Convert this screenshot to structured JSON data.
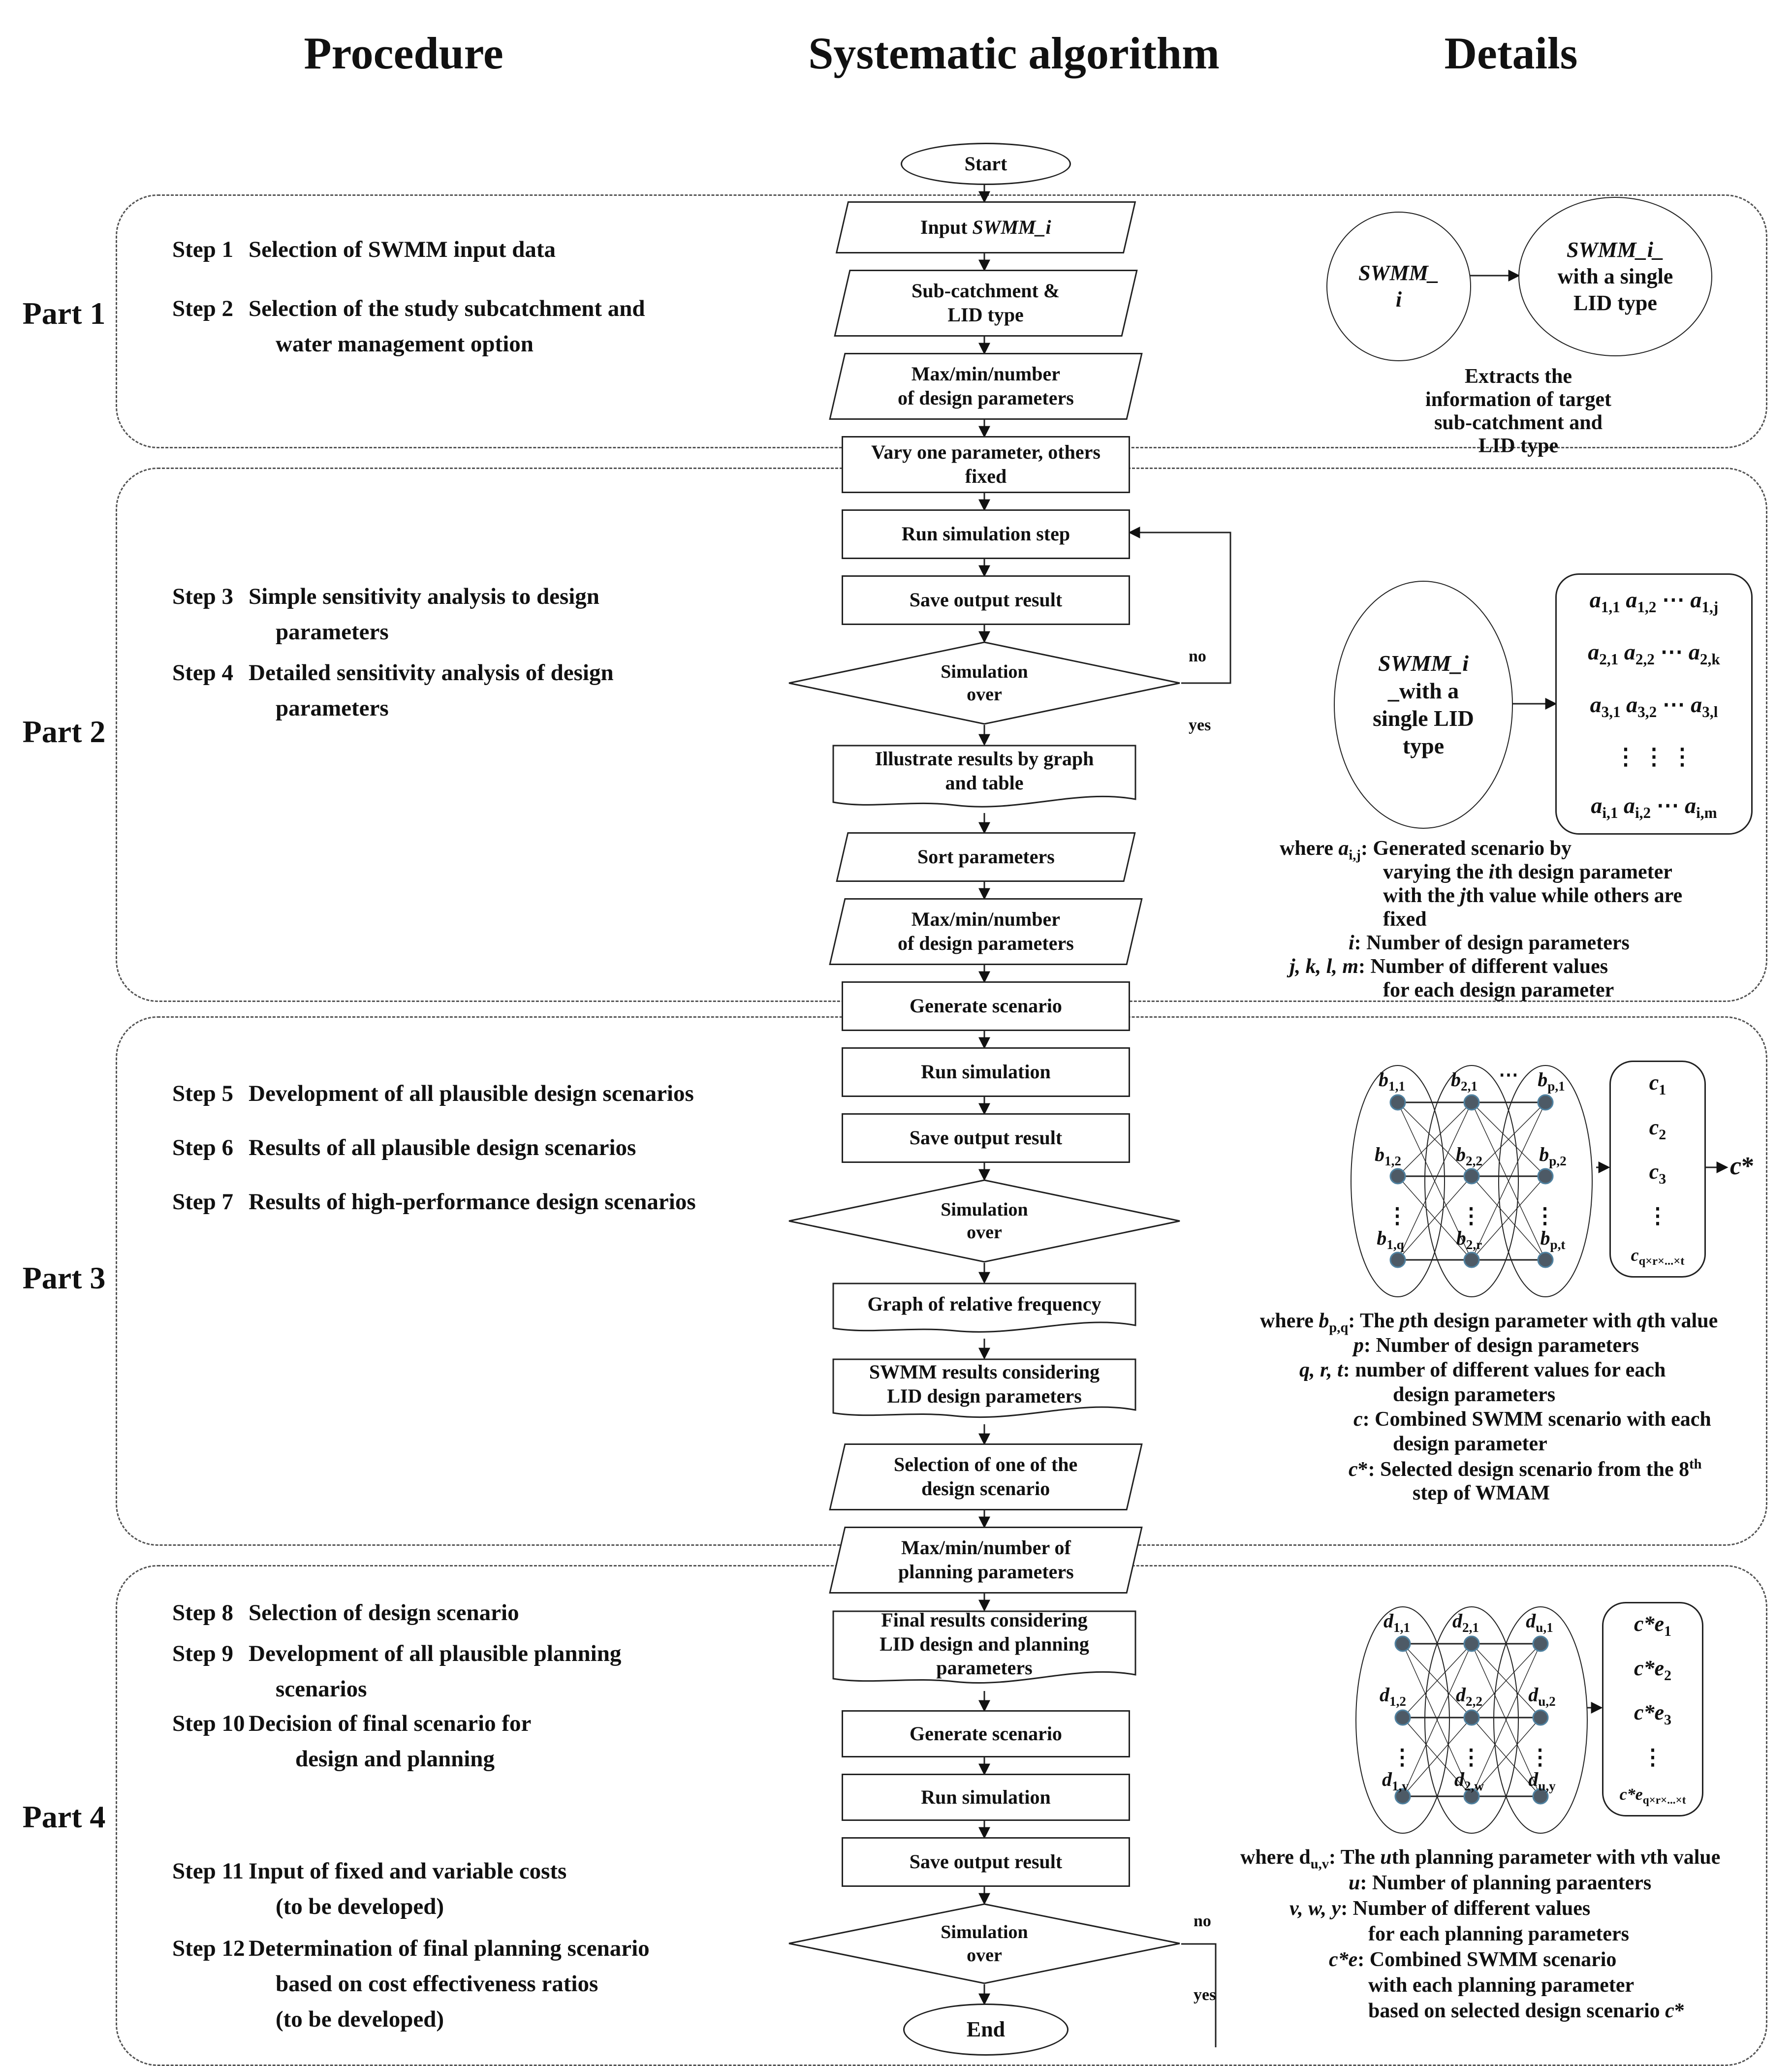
{
  "header": {
    "procedure": "Procedure",
    "systematic": "Systematic algorithm",
    "details": "Details"
  },
  "parts": {
    "p1": {
      "label": "Part 1"
    },
    "p2": {
      "label": "Part 2"
    },
    "p3": {
      "label": "Part 3"
    },
    "p4": {
      "label": "Part 4"
    }
  },
  "steps": {
    "s1": {
      "n": "Step 1",
      "t": "Selection of SWMM input data"
    },
    "s2": {
      "n": "Step 2",
      "t": "Selection of the study subcatchment and",
      "t2": "water management option"
    },
    "s3": {
      "n": "Step 3",
      "t": "Simple sensitivity analysis to design",
      "t2": "parameters"
    },
    "s4": {
      "n": "Step 4",
      "t": "Detailed sensitivity analysis of design",
      "t2": "parameters"
    },
    "s5": {
      "n": "Step 5",
      "t": "Development of all plausible design scenarios"
    },
    "s6": {
      "n": "Step 6",
      "t": "Results of all plausible design scenarios"
    },
    "s7": {
      "n": "Step 7",
      "t": "Results of high-performance design scenarios"
    },
    "s8": {
      "n": "Step 8",
      "t": "Selection of design scenario"
    },
    "s9": {
      "n": "Step 9",
      "t": "Development of all plausible planning",
      "t2": "scenarios"
    },
    "s10": {
      "n": "Step 10",
      "t": "Decision of final scenario for",
      "t2": "design and planning"
    },
    "s11": {
      "n": "Step 11",
      "t": "Input of fixed and variable costs",
      "t2": "(to be developed)"
    },
    "s12": {
      "n": "Step 12",
      "t": "Determination of final planning scenario",
      "t2": "based on cost effectiveness ratios",
      "t3": "(to be developed)"
    }
  },
  "flow": {
    "start": "Start",
    "input": "Input //SWMM_i//",
    "subcatch": "Sub-catchment  &\nLID type",
    "maxmin1": "Max/min/number\nof design parameters",
    "vary": "Vary one parameter, others\nfixed",
    "runstep": "Run simulation step",
    "save1": "Save output result",
    "simover1": "Simulation\nover",
    "illustrate": "Illustrate results by graph\nand table",
    "sort": "Sort parameters",
    "maxmin2": "Max/min/number\nof design parameters",
    "generate1": "Generate scenario",
    "run1": "Run simulation",
    "save2": "Save output result",
    "simover2": "Simulation\nover",
    "graph": "Graph of relative frequency",
    "swmmres": "SWMM results considering\nLID design parameters",
    "selection": "Selection of one of the\ndesign scenario",
    "maxminplan": "Max/min/number of\nplanning parameters",
    "finalres": "Final results considering\nLID design and planning\nparameters",
    "generate2": "Generate scenario",
    "run2": "Run simulation",
    "save3": "Save output result",
    "simover3": "Simulation\nover",
    "end": "End",
    "no1": "no",
    "yes1": "yes",
    "no2": "no",
    "yes2": "yes"
  },
  "details": {
    "p1": {
      "ellipse1": "//SWMM_//\n//i//",
      "ellipse2": "//SWMM_i_//\nwith a single\nLID type",
      "caption": "Extracts the\ninformation of target\nsub-catchment and\nLID type"
    },
    "p2": {
      "ellipse": "//SWMM_i//\n_with a\nsingle LID\ntype",
      "matrix": [
        "//a//_{1,1} //a//_{1,2}  ⋯   //a//_{1,j}",
        "//a//_{2,1} //a//_{2,2}  ⋯   //a//_{2,k}",
        "//a//_{3,1} //a//_{3,2}  ⋯   //a//_{3,l}",
        "⋮      ⋮        ⋮",
        "//a//_{i,1} //a//_{i,2}  ⋯   //a//_{i,m}"
      ],
      "notes": [
        "where //a//_{i,j}: Generated scenario by",
        "varying the //i//th design parameter",
        "with the //j//th value while others are",
        "fixed",
        "//i//: Number of design parameters",
        "//j, k, l, m//: Number of different values",
        "for each design parameter"
      ]
    },
    "p3": {
      "labels": [
        "//b//_{1,1}",
        "//b//_{2,1}",
        "//b//_{p,1}",
        "//b//_{1,2}",
        "//b//_{2,2}",
        "//b//_{p,2}",
        "//b//_{1,q}",
        "//b//_{2,r}",
        "//b//_{p,t}"
      ],
      "hdots": "⋯",
      "vdots": "⋮",
      "cbox": [
        "//c//_{1}",
        "//c//_{2}",
        "//c//_{3}",
        "⋮",
        "//c//_{q×r×...×t}"
      ],
      "cstar": "//c//*",
      "notes": [
        "where //b//_{p,q}: The //p//th design parameter with //q//th value",
        "//p//: Number of design parameters",
        "//q, r, t//: number of different values for each",
        "design parameters",
        "//c//: Combined SWMM scenario with each",
        "design parameter",
        "//c//*: Selected design scenario from the 8^{th}",
        "step of WMAM"
      ]
    },
    "p4": {
      "labels": [
        "//d//_{1,1}",
        "//d//_{2,1}",
        "//d//_{u,1}",
        "//d//_{1,2}",
        "//d//_{2,2}",
        "//d//_{u,2}",
        "//d//_{1,v}",
        "//d//_{2,w}",
        "//d//_{u,y}"
      ],
      "vdots": "⋮",
      "cbox": [
        "//c*e//_{1}",
        "//c*e//_{2}",
        "//c*e//_{3}",
        "⋮",
        "//c*e//_{q×r×...×t}"
      ],
      "notes": [
        "where d_{u,v}: The //u//th planning parameter with //v//th value",
        "//u//: Number of planning paraenters",
        "//v, w, y//: Number of different values",
        "for each planning parameters",
        "//c*e//: Combined SWMM scenario",
        "with each planning parameter",
        "based on selected design scenario //c//*"
      ]
    }
  },
  "colors": {
    "ink": "#111111",
    "line": "#222222",
    "node_fill": "#4d5a66",
    "node_edge": "#4f81a0"
  }
}
